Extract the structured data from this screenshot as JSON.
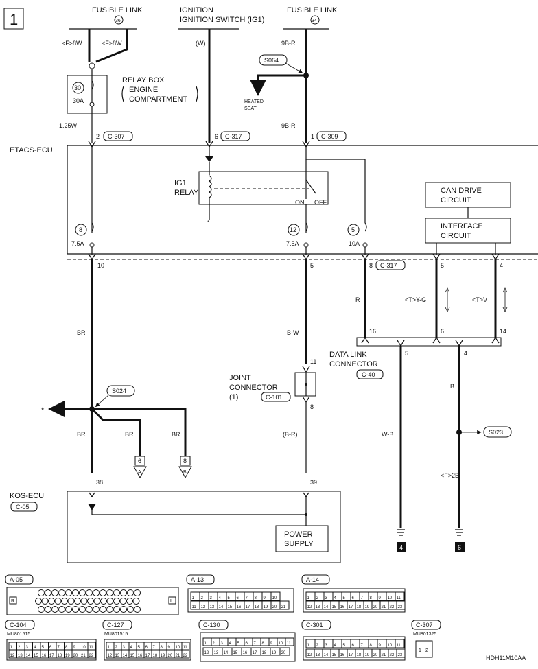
{
  "page_number": "1",
  "top_labels": {
    "fusible_link_36": "FUSIBLE LINK",
    "fusible_link_36_num": "36",
    "ignition_switch": "IGNITION SWITCH (IG1)",
    "fusible_link_34": "FUSIBLE LINK",
    "fusible_link_34_num": "34"
  },
  "wire_labels": {
    "f8w_left": "<F>8W",
    "f8w_right": "<F>8W",
    "w": "(W)",
    "r9b_top": "9B-R",
    "r9b_mid": "9B-R",
    "w125": "1.25W",
    "br1": "BR",
    "br2": "BR",
    "br3": "BR",
    "br4": "BR",
    "bw": "B-W",
    "br_paren": "(B-R)",
    "r": "R",
    "tyg": "<T>Y-G",
    "tv": "<T>V",
    "wb": "W-B",
    "b": "B",
    "f2b": "<F>2B"
  },
  "relay_box": {
    "label1": "RELAY BOX",
    "label2": "ENGINE",
    "label3": "COMPARTMENT",
    "fuse_num": "30",
    "fuse_amp": "30A"
  },
  "splices": {
    "s064": "S064",
    "s024": "S024",
    "s023": "S023"
  },
  "heated_seat": "HEATED SEAT",
  "connectors": {
    "c307_pin": "2",
    "c307": "C-307",
    "c317_pin": "6",
    "c317": "C-317",
    "c309_pin": "1",
    "c309": "C-309",
    "c317b_pin": "8",
    "c317b": "C-317",
    "c101": "C-101",
    "c40": "C-40",
    "c05": "C-05"
  },
  "etacs": {
    "title": "ETACS-ECU",
    "ig1_relay": "IG1 RELAY",
    "on": "ON",
    "off": "OFF",
    "can_drive": "CAN DRIVE CIRCUIT",
    "interface": "INTERFACE CIRCUIT",
    "fuse8_num": "8",
    "fuse8_amp": "7.5A",
    "fuse12_num": "12",
    "fuse12_amp": "7.5A",
    "fuse5_num": "5",
    "fuse5_amp": "10A",
    "pin10": "10",
    "pin5a": "5",
    "pin5b": "5",
    "pin4": "4"
  },
  "data_link": {
    "title": "DATA LINK CONNECTOR",
    "pin16": "16",
    "pin6": "6",
    "pin14": "14",
    "pin5": "5",
    "pin4": "4"
  },
  "joint_connector": {
    "title": "JOINT CONNECTOR",
    "num": "(1)",
    "pin11": "11",
    "pin8": "8"
  },
  "kos": {
    "title": "KOS-ECU",
    "pin38": "38",
    "pin39": "39",
    "power_supply": "POWER SUPPLY"
  },
  "refs": {
    "six": "6",
    "a": "A",
    "eight": "8",
    "b": "B",
    "ground4": "4",
    "ground6": "6"
  },
  "connector_views": {
    "a05": "A-05",
    "a13": "A-13",
    "a14": "A-14",
    "c104": "C-104",
    "c104_part": "MU801515",
    "c127": "C-127",
    "c127_part": "MU801515",
    "c130": "C-130",
    "c301": "C-301",
    "c307v": "C-307",
    "c307v_part": "MU801325",
    "r": "R",
    "l": "L"
  },
  "diagram_code": "HDH11M10AA"
}
